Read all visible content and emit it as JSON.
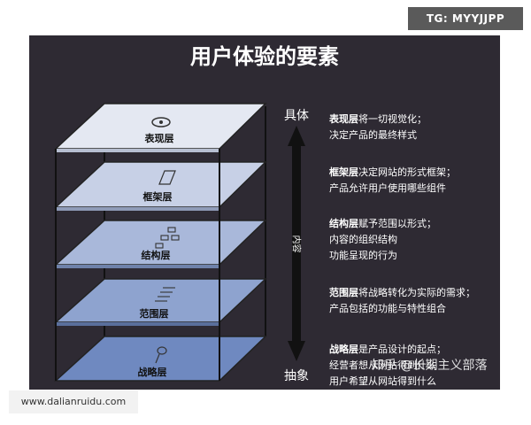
{
  "watermark_top": "TG: MYYJJPP",
  "title": "用户体验的要素",
  "layers": [
    {
      "label": "表现层",
      "name": "表现层",
      "text": "将一切视觉化；",
      "text2": "决定产品的最终样式"
    },
    {
      "label": "框架层",
      "name": "框架层",
      "text": "决定网站的形式框架；",
      "text2": "产品允许用户使用哪些组件"
    },
    {
      "label": "结构层",
      "name": "结构层",
      "text": "赋予范围以形式；",
      "text2": "内容的组织结构",
      "text3": "功能呈现的行为"
    },
    {
      "label": "范围层",
      "name": "范围层",
      "text": "将战略转化为实际的需求；",
      "text2": "产品包括的功能与特性组合"
    },
    {
      "label": "战略层",
      "name": "战略层",
      "text": "是产品设计的起点；",
      "text2": "经营者想从网站得到什么",
      "text3": "用户希望从网站得到什么"
    }
  ],
  "axis": {
    "top": "具体",
    "middle": "内容",
    "bottom": "抽象"
  },
  "zhihu_watermark": "知乎 @长期主义部落",
  "watermark_bottom": "www.dalianruidu.com",
  "colors": {
    "panel": "#2e2a33",
    "arrow": "#111111"
  }
}
